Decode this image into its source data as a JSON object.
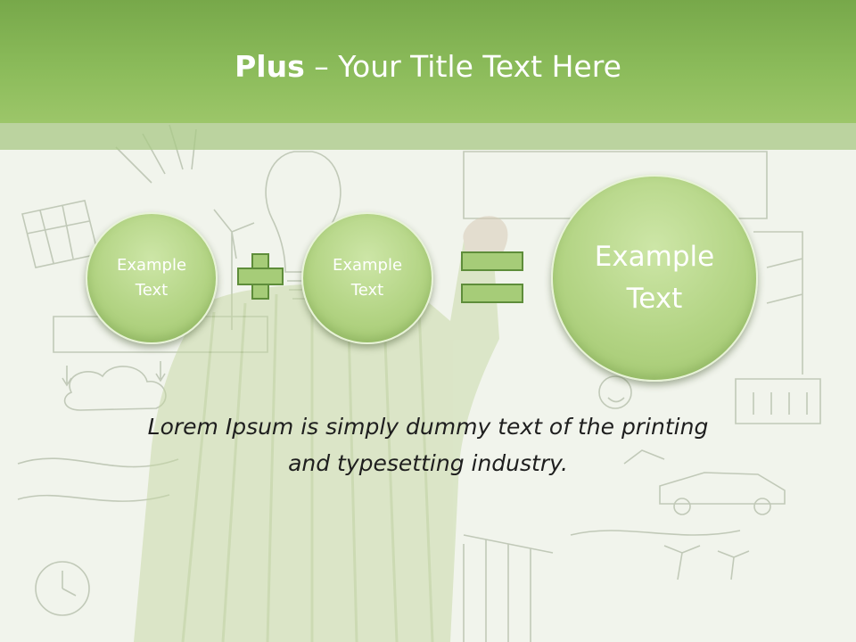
{
  "slide": {
    "title_bold": "Plus",
    "title_rest": " – Your Title Text Here",
    "circles": [
      {
        "line1": "Example",
        "line2": "Text"
      },
      {
        "line1": "Example",
        "line2": "Text"
      },
      {
        "line1": "Example",
        "line2": "Text"
      }
    ],
    "operators": [
      "plus-icon",
      "equals-icon"
    ],
    "body_line1": "Lorem Ipsum is simply dummy text of the printing",
    "body_line2": "and typesetting industry."
  },
  "colors": {
    "title_bar": "#8bbb5a",
    "circle_fill": "#b3d484",
    "operator_fill": "#a6cc78",
    "operator_border": "#5e8d3a",
    "background": "#f1f4ec"
  }
}
